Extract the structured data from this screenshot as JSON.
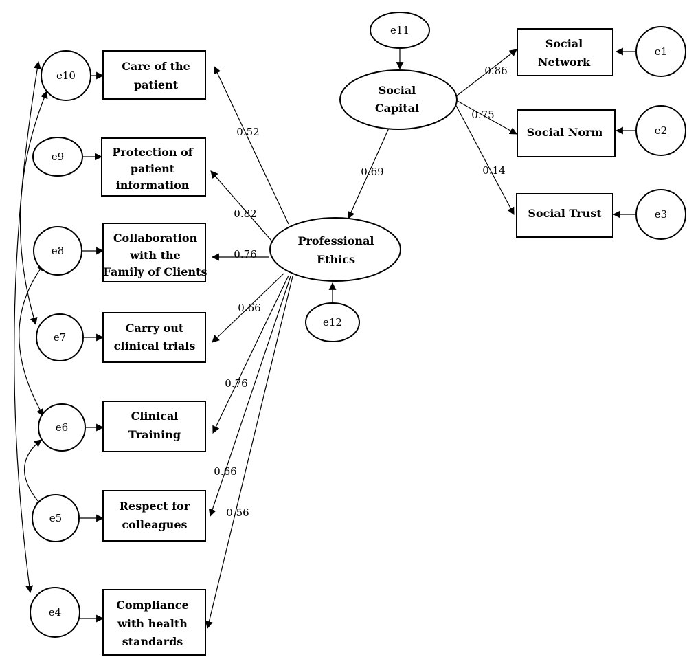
{
  "latent": {
    "social_capital": [
      "Social",
      "Capital"
    ],
    "professional_ethics": [
      "Professional",
      "Ethics"
    ]
  },
  "indicators": {
    "care": [
      "Care of the",
      "patient"
    ],
    "protection": [
      "Protection of",
      "patient",
      "information"
    ],
    "collaboration": [
      "Collaboration",
      "with the",
      "Family of Clients"
    ],
    "trials": [
      "Carry out",
      "clinical trials"
    ],
    "training": [
      "Clinical",
      "Training"
    ],
    "respect": [
      "Respect for",
      "colleagues"
    ],
    "compliance": [
      "Compliance",
      "with health",
      "standards"
    ],
    "network": [
      "Social",
      "Network"
    ],
    "norm": [
      "Social Norm"
    ],
    "trust": [
      "Social Trust"
    ]
  },
  "errors": {
    "e1": "e1",
    "e2": "e2",
    "e3": "e3",
    "e4": "e4",
    "e5": "e5",
    "e6": "e6",
    "e7": "e7",
    "e8": "e8",
    "e9": "e9",
    "e10": "e10",
    "e11": "e11",
    "e12": "e12"
  },
  "coefficients": {
    "care": "0.52",
    "protection": "0.82",
    "collaboration": "0.76",
    "trials": "0.66",
    "training": "0.76",
    "respect": "0.66",
    "compliance": "0.56",
    "capital_to_ethics": "0.69",
    "network": "0.86",
    "norm": "0.75",
    "trust": "0.14"
  }
}
